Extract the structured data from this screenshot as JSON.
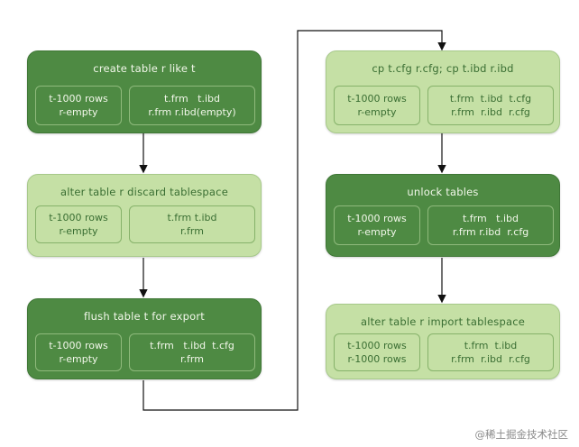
{
  "blocks": [
    {
      "title": "create table r like t",
      "left": [
        "t-1000 rows",
        "r-empty"
      ],
      "right": [
        "t.frm   t.ibd",
        "r.frm r.ibd(empty)"
      ]
    },
    {
      "title": "alter table r discard tablespace",
      "left": [
        "t-1000 rows",
        "r-empty"
      ],
      "right": [
        "t.frm t.ibd",
        "r.frm"
      ]
    },
    {
      "title": "flush table t for export",
      "left": [
        "t-1000 rows",
        "r-empty"
      ],
      "right": [
        "t.frm   t.ibd  t.cfg",
        "r.frm"
      ]
    },
    {
      "title": "cp t.cfg r.cfg; cp t.ibd r.ibd",
      "left": [
        "t-1000 rows",
        "r-empty"
      ],
      "right": [
        "t.frm  t.ibd  t.cfg",
        "r.frm  r.ibd  r.cfg"
      ]
    },
    {
      "title": "unlock tables",
      "left": [
        "t-1000 rows",
        "r-empty"
      ],
      "right": [
        "t.frm   t.ibd",
        "r.frm r.ibd  r.cfg"
      ]
    },
    {
      "title": "alter table r import tablespace",
      "left": [
        "t-1000 rows",
        "r-1000 rows"
      ],
      "right": [
        "t.frm  t.ibd",
        "r.frm  r.ibd  r.cfg"
      ]
    }
  ],
  "watermark": "@稀土掘金技术社区",
  "colors": {
    "dark": "#4e8a43",
    "light": "#c5e0a5",
    "arrow": "#111111"
  }
}
